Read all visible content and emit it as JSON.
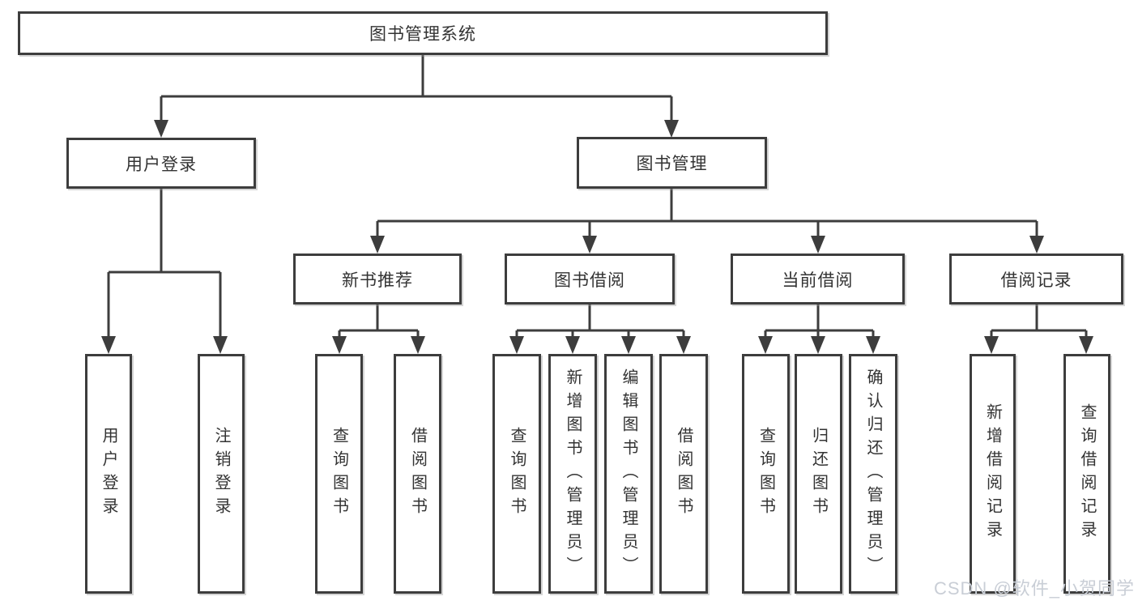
{
  "title": "图书管理系统",
  "level1": {
    "user_login": "用户登录",
    "book_mgmt": "图书管理"
  },
  "level2": {
    "new_books": "新书推荐",
    "book_borrow": "图书借阅",
    "current_borrow": "当前借阅",
    "borrow_records": "借阅记录"
  },
  "leaves": {
    "user_login": [
      "用户登录",
      "注销登录"
    ],
    "new_books": [
      "查询图书",
      "借阅图书"
    ],
    "book_borrow": [
      "查询图书",
      "新增图书（管理员）",
      "编辑图书（管理员）",
      "借阅图书"
    ],
    "current_borrow": [
      "查询图书",
      "归还图书",
      "确认归还（管理员）"
    ],
    "borrow_records": [
      "新增借阅记录",
      "查询借阅记录"
    ]
  },
  "watermark": "CSDN @软件_小贺同学",
  "colors": {
    "line": "#3d3d3d",
    "text": "#333333",
    "box_bg": "#ffffff",
    "watermark": "#c9ced6"
  }
}
